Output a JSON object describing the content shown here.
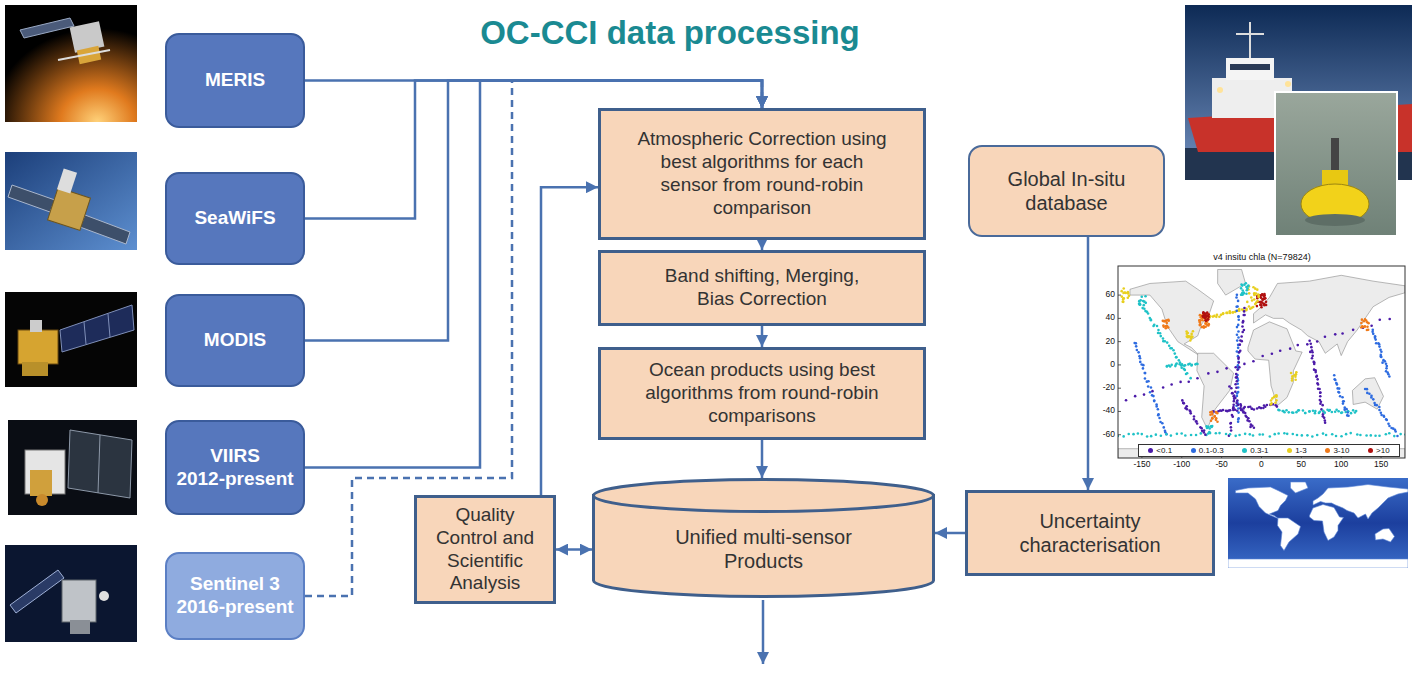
{
  "diagram": {
    "title": "OC-CCI data processing",
    "nodes": [
      {
        "text": [
          "MERIS"
        ]
      },
      {
        "text": [
          "SeaWiFS"
        ]
      },
      {
        "text": [
          "MODIS"
        ]
      },
      {
        "text": [
          "VIIRS 2012-present"
        ]
      },
      {
        "text": [
          "Sentinel 3 2016-present"
        ]
      },
      {
        "text": [
          "Atmospheric Correction using best algorithms for each sensor from round-robin comparison"
        ]
      },
      {
        "text": [
          "Band shifting, Merging, Bias Correction"
        ]
      },
      {
        "text": [
          "Ocean products using best algorithms from round-robin comparisons"
        ]
      },
      {
        "text": [
          "Unified multi-sensor Products"
        ]
      },
      {
        "text": [
          "Quality Control and Scientific Analysis"
        ]
      },
      {
        "text": [
          "Global In-situ database"
        ]
      },
      {
        "text": [
          "Uncertainty characterisation"
        ]
      }
    ],
    "edges": [
      {
        "from": 0,
        "to": 5,
        "arrow": "to"
      },
      {
        "from": 1,
        "to": 5,
        "arrow": "to"
      },
      {
        "from": 2,
        "to": 5,
        "arrow": "to"
      },
      {
        "from": 3,
        "to": 5,
        "arrow": "to"
      },
      {
        "from": 4,
        "to": 5,
        "arrow": "to"
      },
      {
        "from": 5,
        "to": 6,
        "arrow": "to"
      },
      {
        "from": 6,
        "to": 7,
        "arrow": "to"
      },
      {
        "from": 7,
        "to": 8,
        "arrow": "to"
      },
      {
        "from": 8,
        "to": 9,
        "arrow": "both"
      },
      {
        "from": 9,
        "to": 5,
        "arrow": "to"
      },
      {
        "from": 10,
        "to": 11,
        "arrow": "to"
      },
      {
        "from": 11,
        "to": 8,
        "arrow": "to"
      }
    ],
    "labels": [
      "v4 insitu chla (N=79824)",
      "60",
      "40",
      "20",
      "0",
      "-20",
      "-40",
      "-60",
      "-150",
      "-100",
      "-50",
      "0",
      "50",
      "100",
      "150"
    ],
    "legend": [
      {
        "text": "<0.1",
        "color": "#4b1aa8"
      },
      {
        "text": "0.1-0.3",
        "color": "#2d6be0"
      },
      {
        "text": "0.3-1",
        "color": "#1fc2c7"
      },
      {
        "text": "1-3",
        "color": "#e8cf1e"
      },
      {
        "text": "3-10",
        "color": "#f07a1a"
      },
      {
        "text": ">10",
        "color": "#b01010"
      }
    ]
  }
}
